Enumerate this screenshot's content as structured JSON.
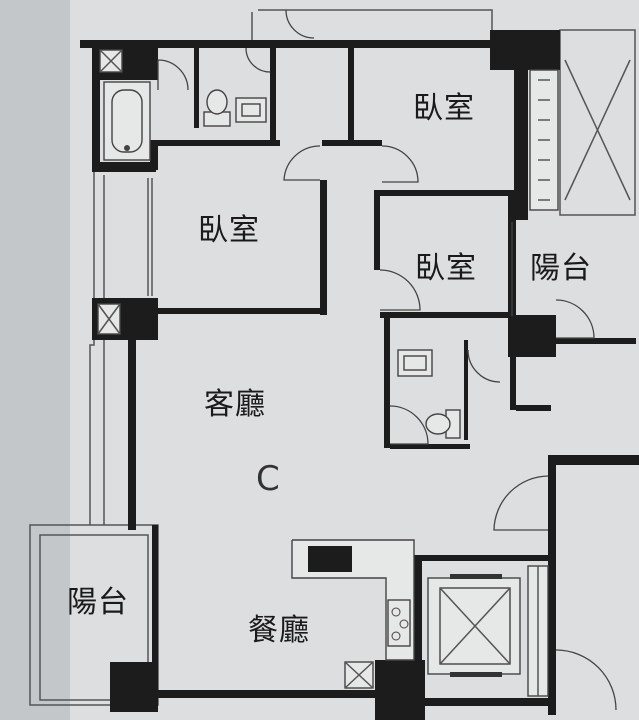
{
  "unit": {
    "label": "C"
  },
  "rooms": {
    "bedroom_top_right": "臥室",
    "bedroom_left": "臥室",
    "bedroom_middle": "臥室",
    "balcony_right": "陽台",
    "living_room": "客廳",
    "balcony_left": "陽台",
    "dining_room": "餐廳"
  },
  "colors": {
    "paper": "#dcdedf",
    "wall": "#1c1c1c",
    "line": "#555555"
  }
}
